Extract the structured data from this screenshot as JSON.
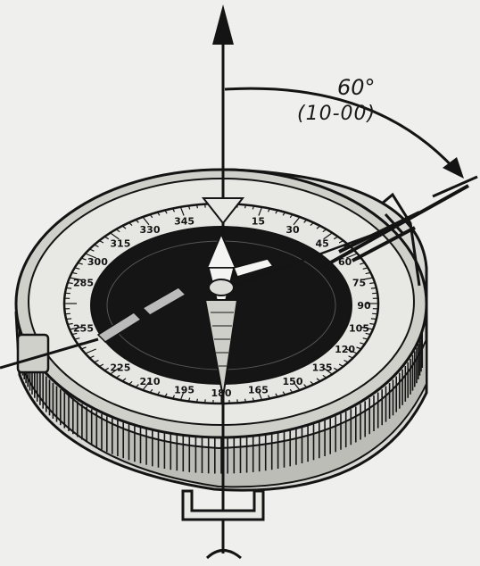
{
  "annotation": {
    "angle": "60°",
    "angle_alt": "(10-00)"
  },
  "scale": {
    "labels": [
      "345",
      "330",
      "315",
      "300",
      "285",
      "15",
      "30",
      "45",
      "60",
      "75",
      "90",
      "105",
      "120",
      "135",
      "150",
      "165",
      "180",
      "195",
      "210",
      "225",
      "255"
    ]
  },
  "colors": {
    "ink": "#141414",
    "paper": "#efefed",
    "dial": "#e6e6e2"
  },
  "icons": {
    "north_arrow": "arrow-up-icon",
    "sight_arrow": "arrow-icon",
    "needle": "compass-needle-icon"
  }
}
